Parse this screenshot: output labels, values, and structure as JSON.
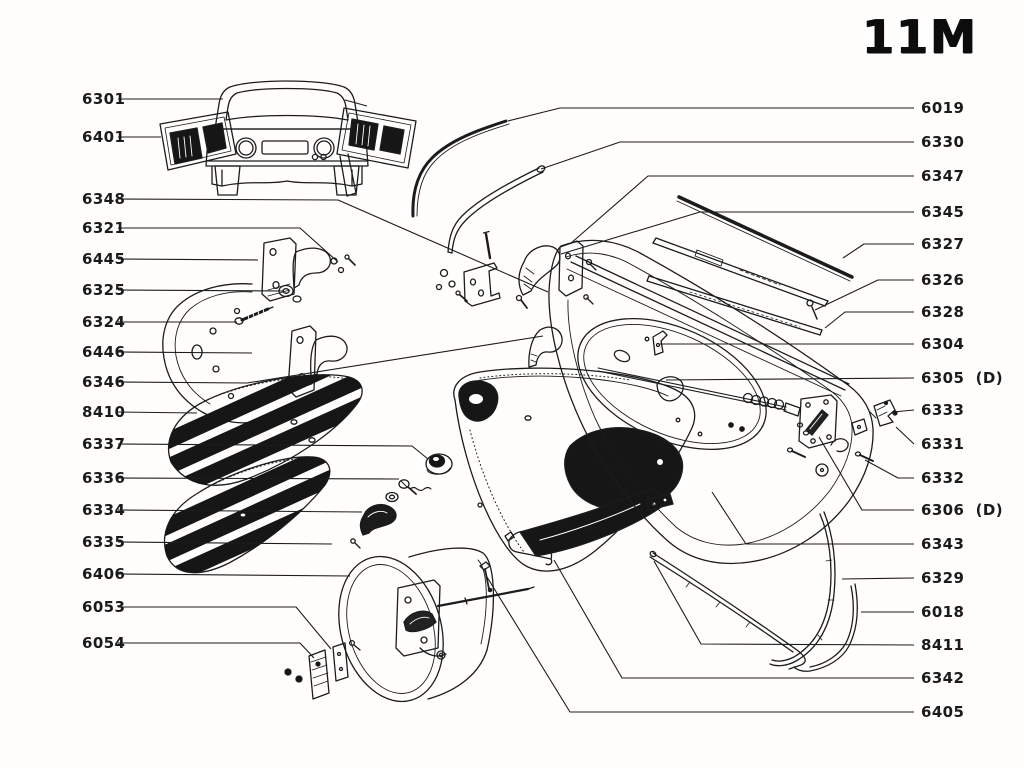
{
  "page": {
    "code": "11M"
  },
  "colors": {
    "ink": "#1c1c1c",
    "fill_dark": "#161616",
    "paper": "#ffffff"
  },
  "labels": {
    "left": [
      "6301",
      "6401",
      "6348",
      "6321",
      "6445",
      "6325",
      "6324",
      "6446",
      "6346",
      "8410",
      "6337",
      "6336",
      "6334",
      "6335",
      "6406",
      "6053",
      "6054"
    ],
    "right": [
      "6019",
      "6330",
      "6347",
      "6345",
      "6327",
      "6326",
      "6328",
      "6304",
      "6305  (D)",
      "6333",
      "6331",
      "6332",
      "6306  (D)",
      "6343",
      "6329",
      "6018",
      "8411",
      "6342",
      "6405"
    ]
  }
}
